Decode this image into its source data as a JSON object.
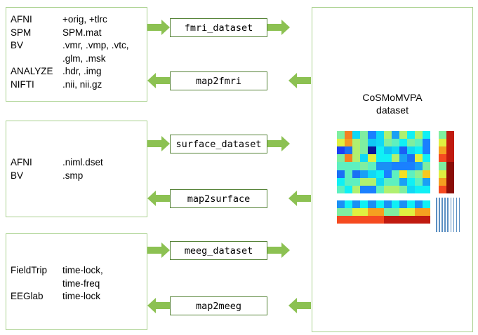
{
  "sources": [
    {
      "id": "fmri",
      "rows": [
        {
          "name": "AFNI",
          "ext": "+orig, +tlrc"
        },
        {
          "name": "SPM",
          "ext": "SPM.mat"
        },
        {
          "name": "BV",
          "ext": ".vmr, .vmp, .vtc,"
        },
        {
          "name": "",
          "ext": ".glm, .msk"
        },
        {
          "name": "ANALYZE",
          "ext": ".hdr, .img"
        },
        {
          "name": "NIFTI",
          "ext": ".nii, nii.gz"
        }
      ],
      "import_fn": "fmri_dataset",
      "export_fn": "map2fmri"
    },
    {
      "id": "surface",
      "rows": [
        {
          "name": "AFNI",
          "ext": ".niml.dset"
        },
        {
          "name": "BV",
          "ext": ".smp"
        }
      ],
      "import_fn": "surface_dataset",
      "export_fn": "map2surface"
    },
    {
      "id": "meeg",
      "rows": [
        {
          "name": "FieldTrip",
          "ext": "time-lock,"
        },
        {
          "name": "",
          "ext": "time-freq"
        },
        {
          "name": "EEGlab",
          "ext": "time-lock"
        }
      ],
      "import_fn": "meeg_dataset",
      "export_fn": "map2meeg"
    }
  ],
  "dataset": {
    "title_line1": "CoSMoMVPA",
    "title_line2": "dataset",
    "samples_matrix": [
      [
        "#7feea0",
        "#f57f20",
        "#10d8f5",
        "#7feea0",
        "#1a80ff",
        "#10d8f5",
        "#b0f070",
        "#1aa0f5",
        "#b0f070",
        "#10f0f5",
        "#b0f070",
        "#10f0f5"
      ],
      [
        "#e0f040",
        "#f59a20",
        "#b0f070",
        "#7feea0",
        "#10c8f5",
        "#10d8f5",
        "#7feea0",
        "#5ef0c0",
        "#10f0f5",
        "#7feea0",
        "#5ef0c0",
        "#1a80ff"
      ],
      [
        "#1a40f5",
        "#1a70f5",
        "#b0f070",
        "#7feea0",
        "#0a1a9a",
        "#10f0f5",
        "#10c0f5",
        "#10d8f5",
        "#1a60f5",
        "#10d8f5",
        "#10f0f5",
        "#1a80ff"
      ],
      [
        "#7feea0",
        "#f57f20",
        "#b0f070",
        "#10d8f5",
        "#e0f040",
        "#10f0f5",
        "#10f0f5",
        "#b0f070",
        "#1aa0f5",
        "#1a70f5",
        "#e0f040",
        "#10f0f5"
      ],
      [
        "#5ef0c0",
        "#5ef0c0",
        "#5ef0c0",
        "#7feea0",
        "#5ef0c0",
        "#1a90f5",
        "#1a90f5",
        "#1a80ff",
        "#1a80ff",
        "#1a80ff",
        "#1aa0f5",
        "#7feea0"
      ],
      [
        "#1a70f5",
        "#5ef0c0",
        "#1a70f5",
        "#1aa0f5",
        "#10d8f5",
        "#10f0f5",
        "#1a80ff",
        "#5ef0c0",
        "#f5e020",
        "#5ef0c0",
        "#90f090",
        "#f5c820"
      ],
      [
        "#10f0f5",
        "#5ef0c0",
        "#5ef0c0",
        "#b0f070",
        "#b0f070",
        "#10d8f5",
        "#5ef0c0",
        "#5ef0c0",
        "#1aa0f5",
        "#10f0f5",
        "#5ef0c0",
        "#1aa0f5"
      ],
      [
        "#5ef0c0",
        "#10f0f5",
        "#b0f070",
        "#1a80ff",
        "#1a80ff",
        "#5ef0c0",
        "#b0f070",
        "#b0f070",
        "#7feea0",
        "#10d8f5",
        "#10f0f5",
        "#10f0f5"
      ]
    ],
    "sample_attributes": {
      "targets": [
        "#7feea0",
        "#e0f040",
        "#f5a020",
        "#f54a20",
        "#7feea0",
        "#e0f040",
        "#f5a020",
        "#f54a20"
      ],
      "chunks": [
        "#c01a10",
        "#c01a10",
        "#c01a10",
        "#c01a10",
        "#8a0e08",
        "#8a0e08",
        "#8a0e08",
        "#8a0e08"
      ]
    },
    "feature_attributes": [
      [
        "#1a90f5",
        "#10f0f5",
        "#1a90f5",
        "#10f0f5",
        "#1a90f5",
        "#10f0f5",
        "#1a90f5",
        "#10f0f5",
        "#1a90f5",
        "#10f0f5",
        "#1a90f5",
        "#10f0f5"
      ],
      [
        "#7feea0",
        "#7feea0",
        "#e0f040",
        "#e0f040",
        "#f5a020",
        "#f5a020",
        "#7feea0",
        "#7feea0",
        "#e0f040",
        "#e0f040",
        "#f5a020",
        "#f5a020"
      ],
      [
        "#f54a20",
        "#f54a20",
        "#f54a20",
        "#f54a20",
        "#f54a20",
        "#f54a20",
        "#c01a10",
        "#c01a10",
        "#c01a10",
        "#c01a10",
        "#c01a10",
        "#c01a10"
      ]
    ],
    "feature_line_count": 9
  },
  "colors": {
    "border_green": "#a9d18e",
    "arrow_green": "#8cc152",
    "fn_border": "#548235",
    "line_blue": "#5b8fc2"
  }
}
